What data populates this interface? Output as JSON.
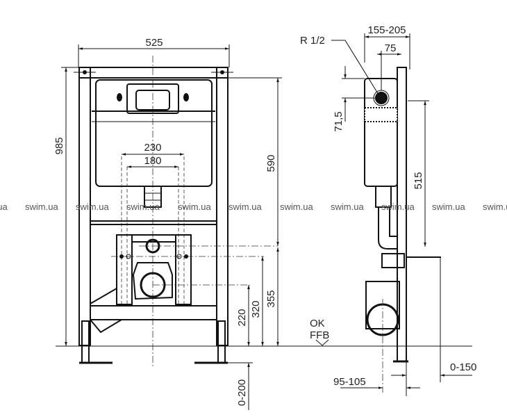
{
  "diagram": {
    "front_view": {
      "width_label": "525",
      "height_label": "985",
      "cistern_height_label": "590",
      "outer_spacing_label": "230",
      "inner_spacing_label": "180",
      "upper_fixing_label": "355",
      "lower_fixing_label": "320",
      "drain_height_label": "220",
      "foot_adjust_label": "0-200"
    },
    "side_view": {
      "depth_label": "155-205",
      "inlet_offset_label": "75",
      "inlet_label": "R 1/2",
      "inlet_height_label": "71,5",
      "plate_height_label": "515",
      "floor_label_1": "OK",
      "floor_label_2": "FFB",
      "wall_offset_label": "0-150",
      "drain_offset_label": "95-105"
    },
    "watermark": "swim.ua"
  }
}
